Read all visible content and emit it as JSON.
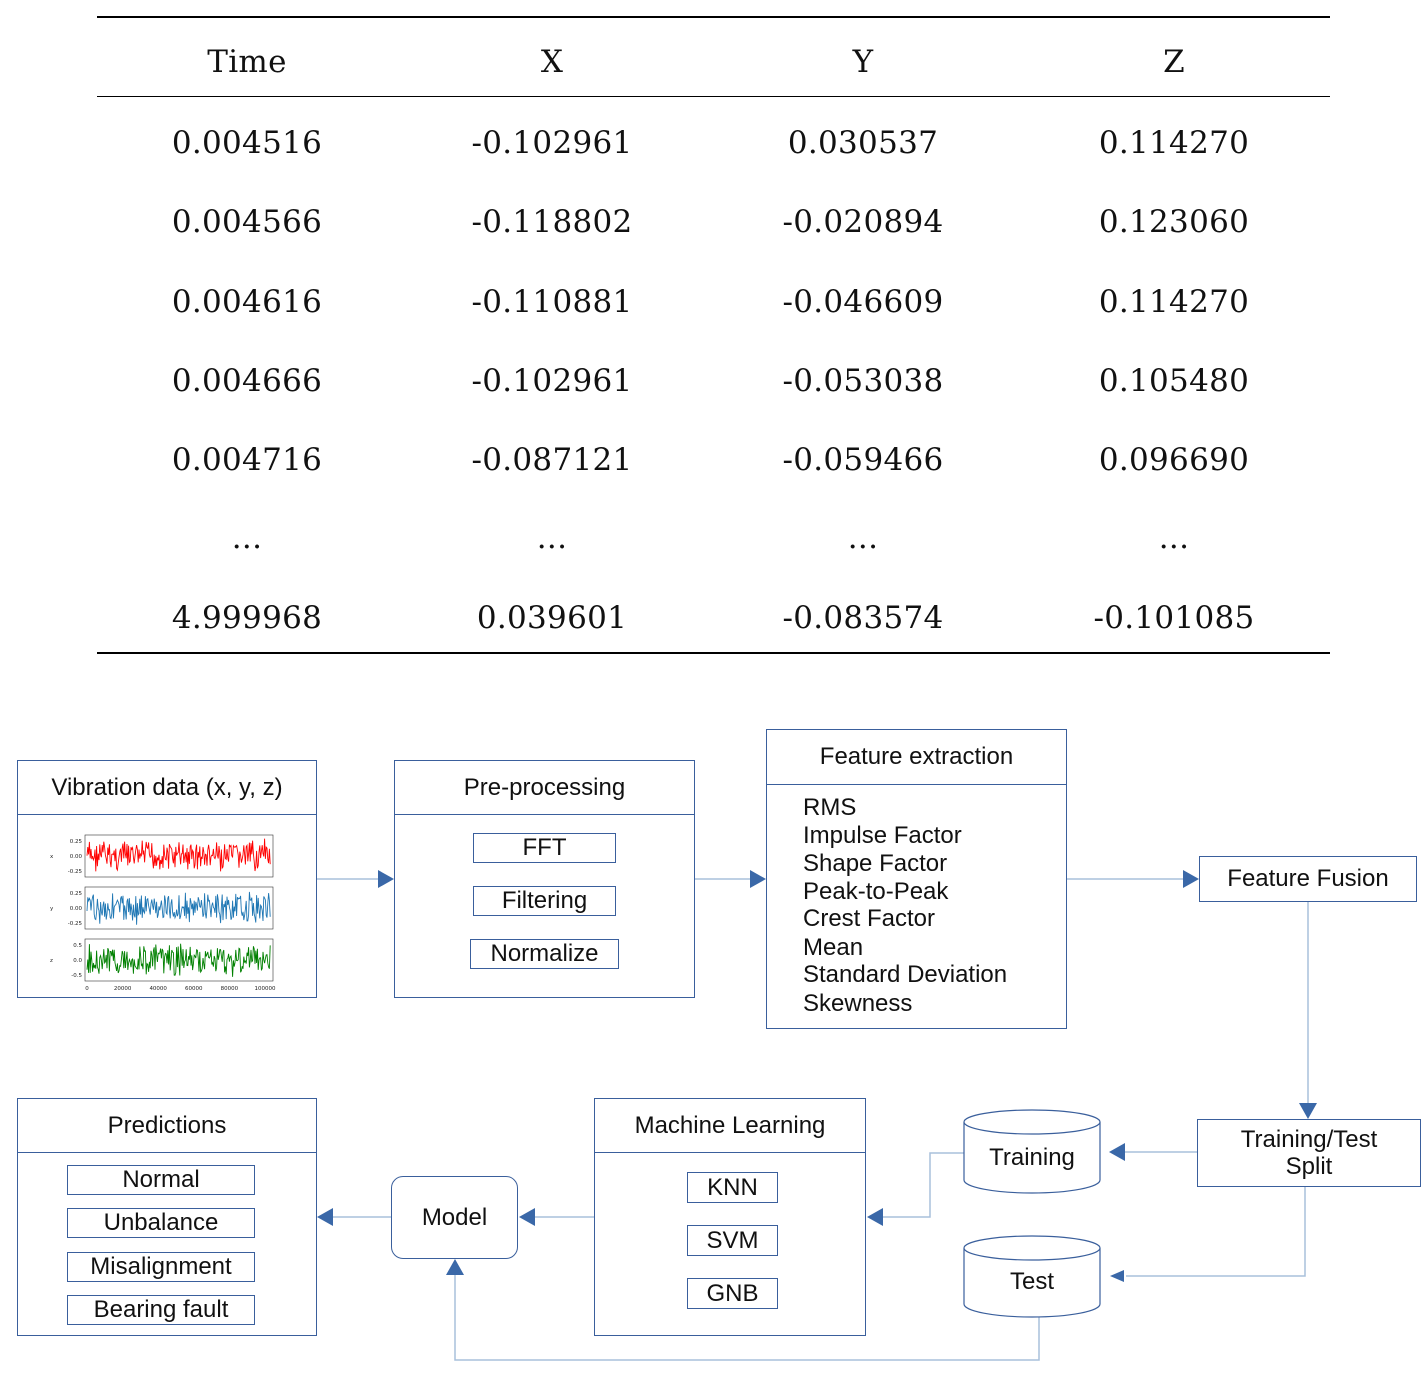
{
  "table": {
    "headers": [
      "Time",
      "X",
      "Y",
      "Z"
    ],
    "rows": [
      [
        "0.004516",
        "-0.102961",
        "0.030537",
        "0.114270"
      ],
      [
        "0.004566",
        "-0.118802",
        "-0.020894",
        "0.123060"
      ],
      [
        "0.004616",
        "-0.110881",
        "-0.046609",
        "0.114270"
      ],
      [
        "0.004666",
        "-0.102961",
        "-0.053038",
        "0.105480"
      ],
      [
        "0.004716",
        "-0.087121",
        "-0.059466",
        "0.096690"
      ],
      [
        "...",
        "...",
        "...",
        "..."
      ],
      [
        "4.999968",
        "0.039601",
        "-0.083574",
        "-0.101085"
      ]
    ]
  },
  "flow": {
    "vibration": {
      "title": "Vibration data (x, y, z)",
      "plot": {
        "x_ticks": [
          "0",
          "20000",
          "40000",
          "60000",
          "80000",
          "100000"
        ],
        "panels": [
          {
            "axis": "x",
            "color": "#ff0000",
            "ticks": [
              "0.25",
              "0.00",
              "-0.25"
            ]
          },
          {
            "axis": "y",
            "color": "#1f77b4",
            "ticks": [
              "0.25",
              "0.00",
              "-0.25"
            ]
          },
          {
            "axis": "z",
            "color": "#008000",
            "ticks": [
              "0.5",
              "0.0",
              "-0.5"
            ]
          }
        ]
      }
    },
    "preprocessing": {
      "title": "Pre-processing",
      "items": [
        "FFT",
        "Filtering",
        "Normalize"
      ]
    },
    "features": {
      "title": "Feature extraction",
      "items": [
        "RMS",
        "Impulse Factor",
        "Shape Factor",
        "Peak-to-Peak",
        "Crest Factor",
        "Mean",
        "Standard Deviation",
        "Skewness"
      ]
    },
    "fusion": {
      "label": "Feature Fusion"
    },
    "split": {
      "line1": "Training/Test",
      "line2": "Split"
    },
    "training": {
      "label": "Training"
    },
    "test": {
      "label": "Test"
    },
    "ml": {
      "title": "Machine Learning",
      "items": [
        "KNN",
        "SVM",
        "GNB"
      ]
    },
    "model": {
      "label": "Model"
    },
    "predictions": {
      "title": "Predictions",
      "items": [
        "Normal",
        "Unbalance",
        "Misalignment",
        "Bearing fault"
      ]
    },
    "colors": {
      "stroke": "#3a5f9c",
      "connector": "#a9c0dc",
      "arrow": "#3a68a8"
    }
  }
}
